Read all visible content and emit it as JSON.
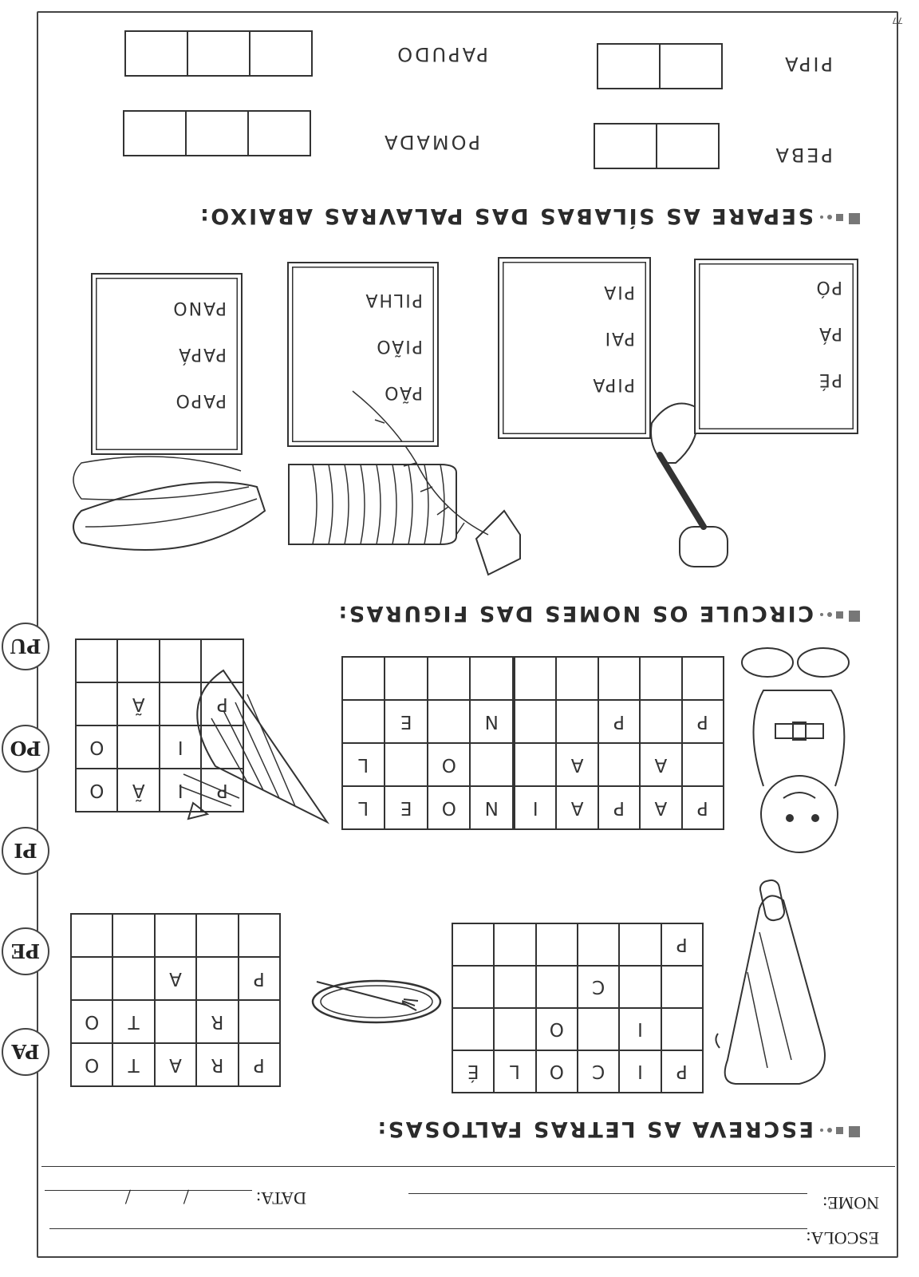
{
  "header": {
    "escola_label": "ESCOLA:",
    "nome_label": "NOME:",
    "data_label": "DATA:",
    "date_slash_1": "/",
    "date_slash_2": "/"
  },
  "section1": {
    "title": "ESCREVA AS LETRAS FALTOSAS:",
    "grids": [
      {
        "name": "picole",
        "rows": [
          [
            "P",
            "I",
            "C",
            "O",
            "L",
            "É"
          ],
          [
            "",
            "I",
            "",
            "O",
            "",
            ""
          ],
          [
            "",
            "",
            "C",
            "",
            "",
            ""
          ],
          [
            "P",
            "",
            "",
            "",
            "",
            ""
          ]
        ]
      },
      {
        "name": "prato",
        "rows": [
          [
            "P",
            "R",
            "A",
            "T",
            "O"
          ],
          [
            "",
            "R",
            "",
            "T",
            "O"
          ],
          [
            "P",
            "",
            "A",
            "",
            ""
          ],
          [
            "",
            "",
            "",
            "",
            ""
          ]
        ]
      },
      {
        "name": "papai",
        "rows": [
          [
            "P",
            "A",
            "P",
            "A",
            "I"
          ],
          [
            "",
            "A",
            "",
            "A",
            ""
          ],
          [
            "P",
            "",
            "P",
            "",
            ""
          ],
          [
            "",
            "",
            "",
            "",
            ""
          ]
        ]
      },
      {
        "name": "noel",
        "rows": [
          [
            "N",
            "O",
            "E",
            "L"
          ],
          [
            "",
            "O",
            "",
            "L"
          ],
          [
            "N",
            "",
            "E",
            ""
          ],
          [
            "",
            "",
            "",
            ""
          ]
        ]
      },
      {
        "name": "piao",
        "rows": [
          [
            "P",
            "I",
            "Ã",
            "O"
          ],
          [
            "",
            "I",
            "",
            "O"
          ],
          [
            "P",
            "",
            "Ã",
            ""
          ],
          [
            "",
            "",
            "",
            ""
          ]
        ]
      }
    ]
  },
  "syllables": [
    "PA",
    "PE",
    "PI",
    "PO",
    "PU"
  ],
  "section2": {
    "title": "CIRCULE OS NOMES DAS FIGURAS:",
    "boxes": [
      [
        "PÉ",
        "PÁ",
        "PÓ"
      ],
      [
        "PIPA",
        "PAI",
        "PIA"
      ],
      [
        "PÃO",
        "PIÃO",
        "PILHA"
      ],
      [
        "PAPO",
        "PAPÁ",
        "PANO"
      ]
    ]
  },
  "section3": {
    "title": "SEPARE AS SÍLABAS DAS PALAVRAS ABAIXO:",
    "words": [
      "PEBA",
      "POMADA",
      "PIPA",
      "PAPUDO"
    ]
  },
  "page_number": "77"
}
